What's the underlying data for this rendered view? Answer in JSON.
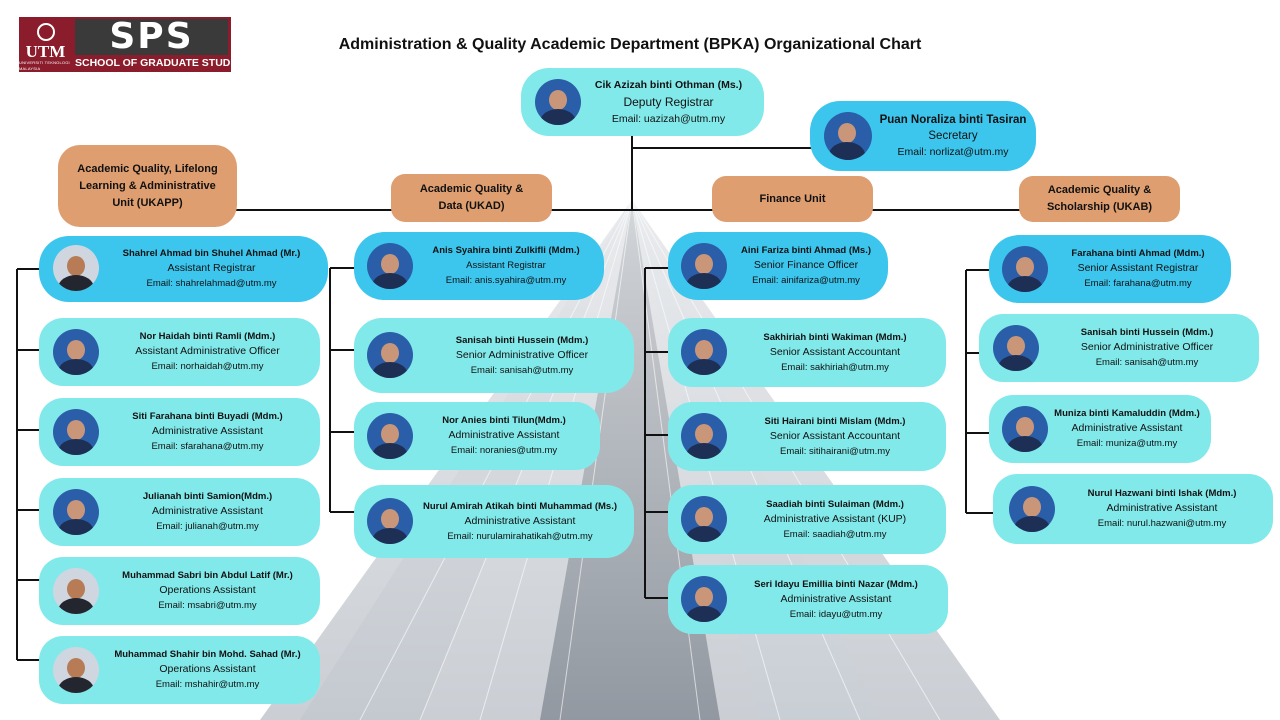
{
  "header": {
    "logo_utm": "UTM",
    "logo_utm_sub": "UNIVERSITI TEKNOLOGI MALAYSIA",
    "logo_sps": "SPS",
    "logo_sps_sub": "SCHOOL OF GRADUATE STUDIES",
    "title": "Administration & Quality Academic Department (BPKA) Organizational Chart"
  },
  "colors": {
    "staff_card": "#82e9ea",
    "lead_card": "#3cc6ee",
    "unit_box": "#de9e6f",
    "logo_brand": "#8b1c2b"
  },
  "deputy": {
    "name": "Cik Azizah binti Othman (Ms.)",
    "role": "Deputy Registrar",
    "email": "Email: uazizah@utm.my"
  },
  "secretary": {
    "name": "Puan Noraliza binti Tasiran",
    "role": "Secretary",
    "email": "Email: norlizat@utm.my"
  },
  "units": [
    {
      "name": "Academic Quality, Lifelong Learning & Administrative Unit (UKAPP)"
    },
    {
      "name": "Academic Quality & Data (UKAD)"
    },
    {
      "name": "Finance Unit"
    },
    {
      "name": "Academic Quality & Scholarship (UKAB)"
    }
  ],
  "ukapp": [
    {
      "name": "Shahrel Ahmad bin Shuhel Ahmad (Mr.)",
      "role": "Assistant Registrar",
      "email": "Email: shahrelahmad@utm.my"
    },
    {
      "name": "Nor Haidah binti Ramli (Mdm.)",
      "role": "Assistant Administrative Officer",
      "email": "Email: norhaidah@utm.my"
    },
    {
      "name": "Siti Farahana binti Buyadi (Mdm.)",
      "role": "Administrative Assistant",
      "email": "Email: sfarahana@utm.my"
    },
    {
      "name": "Julianah binti Samion(Mdm.)",
      "role": "Administrative Assistant",
      "email": "Email: julianah@utm.my"
    },
    {
      "name": "Muhammad Sabri bin Abdul Latif (Mr.)",
      "role": "Operations Assistant",
      "email": "Email: msabri@utm.my"
    },
    {
      "name": "Muhammad Shahir bin Mohd. Sahad (Mr.)",
      "role": "Operations Assistant",
      "email": "Email: mshahir@utm.my"
    }
  ],
  "ukad": [
    {
      "name": "Anis Syahira binti Zulkifli (Mdm.)",
      "role": "Assistant Registrar",
      "email": "Email: anis.syahira@utm.my"
    },
    {
      "name": "Sanisah binti Hussein (Mdm.)",
      "role": "Senior Administrative Officer",
      "email": "Email: sanisah@utm.my"
    },
    {
      "name": "Nor Anies binti Tilun(Mdm.)",
      "role": "Administrative Assistant",
      "email": "Email: noranies@utm.my"
    },
    {
      "name": "Nurul Amirah Atikah binti Muhammad (Ms.)",
      "role": "Administrative Assistant",
      "email": "Email: nurulamirahatikah@utm.my"
    }
  ],
  "finance": [
    {
      "name": "Aini Fariza binti Ahmad (Ms.)",
      "role": "Senior Finance Officer",
      "email": "Email: ainifariza@utm.my"
    },
    {
      "name": "Sakhiriah binti Wakiman (Mdm.)",
      "role": "Senior Assistant Accountant",
      "email": "Email: sakhiriah@utm.my"
    },
    {
      "name": "Siti Hairani binti Mislam (Mdm.)",
      "role": "Senior Assistant Accountant",
      "email": "Email: sitihairani@utm.my"
    },
    {
      "name": "Saadiah binti Sulaiman (Mdm.)",
      "role": "Administrative Assistant (KUP)",
      "email": "Email: saadiah@utm.my"
    },
    {
      "name": "Seri Idayu Emillia binti Nazar (Mdm.)",
      "role": "Administrative Assistant",
      "email": "Email: idayu@utm.my"
    }
  ],
  "ukab": [
    {
      "name": "Farahana binti Ahmad (Mdm.)",
      "role": "Senior Assistant Registrar",
      "email": "Email: farahana@utm.my"
    },
    {
      "name": "Sanisah binti Hussein (Mdm.)",
      "role": "Senior Administrative Officer",
      "email": "Email: sanisah@utm.my"
    },
    {
      "name": "Muniza binti Kamaluddin (Mdm.)",
      "role": "Administrative Assistant",
      "email": "Email: muniza@utm.my"
    },
    {
      "name": "Nurul Hazwani binti Ishak (Mdm.)",
      "role": "Administrative Assistant",
      "email": "Email: nurul.hazwani@utm.my"
    }
  ]
}
